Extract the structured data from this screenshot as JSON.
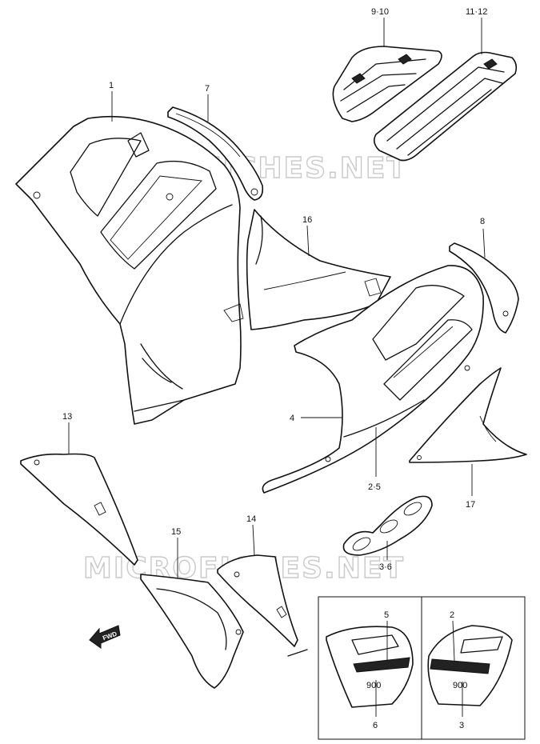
{
  "watermark": "MICROFICHES.NET",
  "fwd_label": "FWD",
  "callouts": [
    {
      "id": "c1",
      "text": "1"
    },
    {
      "id": "c7",
      "text": "7"
    },
    {
      "id": "c9_10",
      "text": "9·10"
    },
    {
      "id": "c11_12",
      "text": "11·12"
    },
    {
      "id": "c16",
      "text": "16"
    },
    {
      "id": "c8",
      "text": "8"
    },
    {
      "id": "c4",
      "text": "4"
    },
    {
      "id": "c2_5",
      "text": "2·5"
    },
    {
      "id": "c17",
      "text": "17"
    },
    {
      "id": "c13",
      "text": "13"
    },
    {
      "id": "c15",
      "text": "15"
    },
    {
      "id": "c14",
      "text": "14"
    },
    {
      "id": "c3_6",
      "text": "3·6"
    }
  ],
  "inset": {
    "left": {
      "top": "5",
      "bottom": "6"
    },
    "right": {
      "top": "2",
      "bottom": "3"
    }
  },
  "decal_text": "900"
}
